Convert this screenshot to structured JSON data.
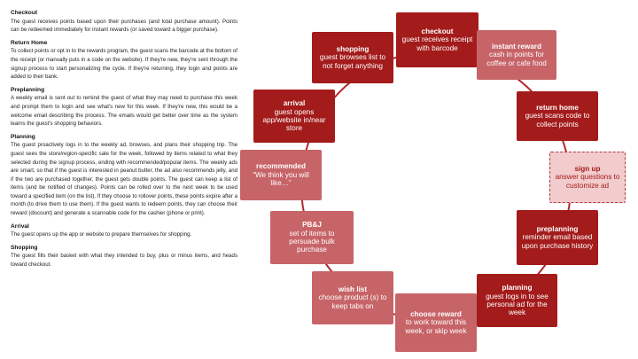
{
  "sections": [
    {
      "heading": "Checkout",
      "body": "The guest receives points based upon their purchases (and total purchase amount). Points can be redeemed immediately for instant rewards (or saved toward a bigger purchase)."
    },
    {
      "heading": "Return Home",
      "body": "To collect points or opt in to the rewards program, the guest scans the barcode at the bottom of the receipt (or manually puts in a code on the website). If they're new, they're sent through the signup process to start personalizing the cycle. If they're returning, they login and points are added to their bank."
    },
    {
      "heading": "Preplanning",
      "body": "A weekly email is sent out to remind the guest of what they may need to purchase this week and prompt them to login and see what's new for this week. If they're new, this would be a welcome email describing the process. The emails would get better over time as the system learns the guest's shopping behaviors."
    },
    {
      "heading": "Planning",
      "body": "The guest proactively logs in to the weekly ad, browses, and plans their shopping trip. The guest sees the store/region-specific sale for the week, followed by items related to what they selected during the signup process, ending with recommended/popular items. The weekly ads are smart, so that if the guest is interested in peanut butter, the ad also recommends jelly, and if the two are purchased together, the guest gets double points. The guest can keep a list of items (and be notified of changes). Points can be rolled over to the next week to be used toward a specified item (on the list). If they choose to rollover points, these points expire after a month (to drive them to use them). If the guest wants to redeem points, they can choose their reward (discount) and generate a scannable code for the cashier (phone or print)."
    },
    {
      "heading": "Arrival",
      "body": "The guest opens up the app or website to prepare themselves for shopping."
    },
    {
      "heading": "Shopping",
      "body": "The guest fills their basket with what they intended to buy, plus or minus items, and heads toward checkout."
    }
  ],
  "cycle": {
    "steps": [
      {
        "id": "checkout",
        "title": "checkout",
        "desc": "guest receives receipt with barcode"
      },
      {
        "id": "instant-reward",
        "title": "instant reward",
        "desc": "cash in points for coffee or cafe food"
      },
      {
        "id": "return-home",
        "title": "return home",
        "desc": "guest scans code to collect points"
      },
      {
        "id": "sign-up",
        "title": "sign up",
        "desc": "answer questions to customize ad"
      },
      {
        "id": "preplanning",
        "title": "preplanning",
        "desc": "reminder email based upon purchase history"
      },
      {
        "id": "planning",
        "title": "planning",
        "desc": "guest logs in to see personal ad for the week"
      },
      {
        "id": "choose-reward",
        "title": "choose reward",
        "desc": "to work toward this week, or skip week"
      },
      {
        "id": "wish-list",
        "title": "wish list",
        "desc": "choose product (s)  to keep tabs on"
      },
      {
        "id": "pbj",
        "title": "PB&J",
        "desc": "set of items to persuade bulk purchase"
      },
      {
        "id": "recommended",
        "title": "recommended",
        "desc": "“We think you will like…”"
      },
      {
        "id": "arrival",
        "title": "arrival",
        "desc": "guest opens app/website in/near store"
      },
      {
        "id": "shopping",
        "title": "shopping",
        "desc": "guest browses list to not forget anything"
      }
    ]
  },
  "colors": {
    "dark": "#a31b1b",
    "light": "#c76468",
    "dashed_fill": "#f2cccd",
    "circle": "#b3282c"
  }
}
